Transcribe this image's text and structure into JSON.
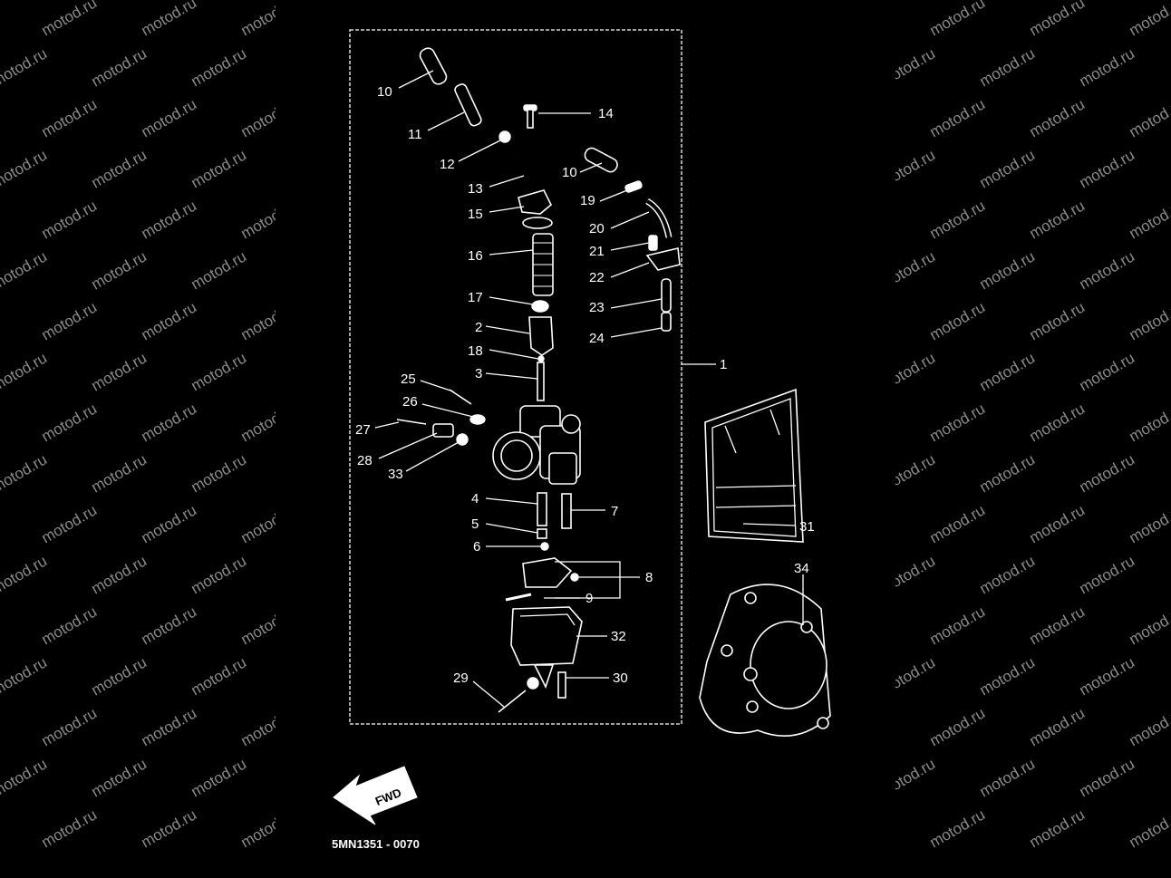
{
  "watermark": "motod.ru",
  "diagram_code": "5MN1351 - 0070",
  "fwd_label": "FWD",
  "callouts": [
    "1",
    "2",
    "3",
    "4",
    "5",
    "6",
    "7",
    "8",
    "9",
    "10",
    "10",
    "11",
    "12",
    "13",
    "14",
    "15",
    "16",
    "17",
    "18",
    "19",
    "20",
    "21",
    "22",
    "23",
    "24",
    "25",
    "26",
    "27",
    "28",
    "29",
    "30",
    "31",
    "32",
    "33",
    "34"
  ]
}
